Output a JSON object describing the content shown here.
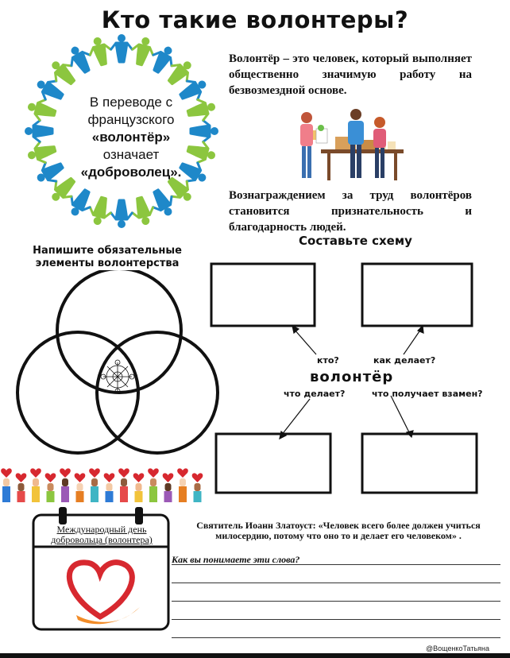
{
  "title": "Кто такие волонтеры?",
  "definition": "Волонтёр – это человек, который выполняет общественно значимую работу на безвозмездной основе.",
  "reward": "Вознаграждением за труд волонтёров становится признательность и благодарность людей.",
  "wreath": {
    "line1": "В переводе с",
    "line2": "французского",
    "line3": "«волонтёр»",
    "line4": "означает",
    "line5": "«доброволец»."
  },
  "venn": {
    "title_line1": "Напишите обязательные",
    "title_line2": "элементы волонтерства"
  },
  "scheme": {
    "title": "Составьте схему",
    "center": "волонтёр",
    "labels": {
      "who": "кто?",
      "how": "как делает?",
      "what": "что делает?",
      "receives": "что получает взамен?"
    }
  },
  "calendar": {
    "title_line1": "Международный день",
    "title_line2": "добровольца (волонтера)"
  },
  "quote": "Святитель Иоанн Златоуст: «Человек всего более должен учиться милосердию, потому что оно то и делает его человеком» .",
  "question": "Как вы понимаете эти слова?",
  "watermark": "@ВощенкоТатьяна",
  "colors": {
    "wreath_blue": "#1e88c9",
    "wreath_green": "#8cc63f",
    "heart_red": "#d7282f",
    "hand_orange": "#f28c28"
  }
}
